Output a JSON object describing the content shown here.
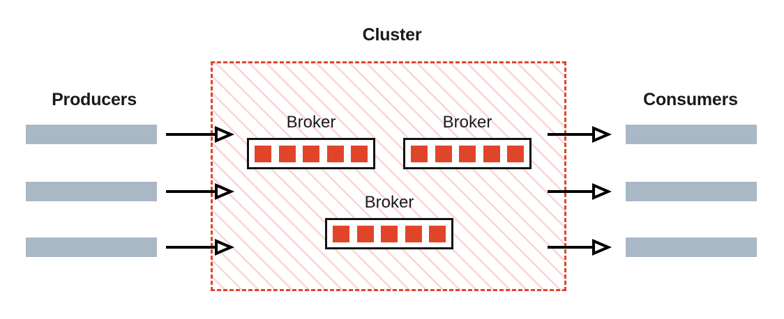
{
  "diagram": {
    "title_producers": "Producers",
    "title_consumers": "Consumers",
    "title_cluster": "Cluster",
    "colors": {
      "node_bar": "#aab7c4",
      "partition": "#e0452a",
      "cluster_border": "#e0452a",
      "cluster_hatch": "#f9d4d4",
      "broker_border": "#111111",
      "arrow": "#000000",
      "text": "#1a1a1a",
      "background": "#ffffff"
    },
    "producers": [
      {
        "id": "producer-1",
        "label": ""
      },
      {
        "id": "producer-2",
        "label": ""
      },
      {
        "id": "producer-3",
        "label": ""
      }
    ],
    "consumers": [
      {
        "id": "consumer-1",
        "label": ""
      },
      {
        "id": "consumer-2",
        "label": ""
      },
      {
        "id": "consumer-3",
        "label": ""
      }
    ],
    "brokers": [
      {
        "id": "broker-1",
        "label": "Broker",
        "partition_count": 5
      },
      {
        "id": "broker-2",
        "label": "Broker",
        "partition_count": 5
      },
      {
        "id": "broker-3",
        "label": "Broker",
        "partition_count": 5
      }
    ],
    "arrows": {
      "inbound_count": 3,
      "outbound_count": 3,
      "direction_in": "producer-to-cluster",
      "direction_out": "cluster-to-consumer",
      "head_style": "open-triangle"
    }
  }
}
